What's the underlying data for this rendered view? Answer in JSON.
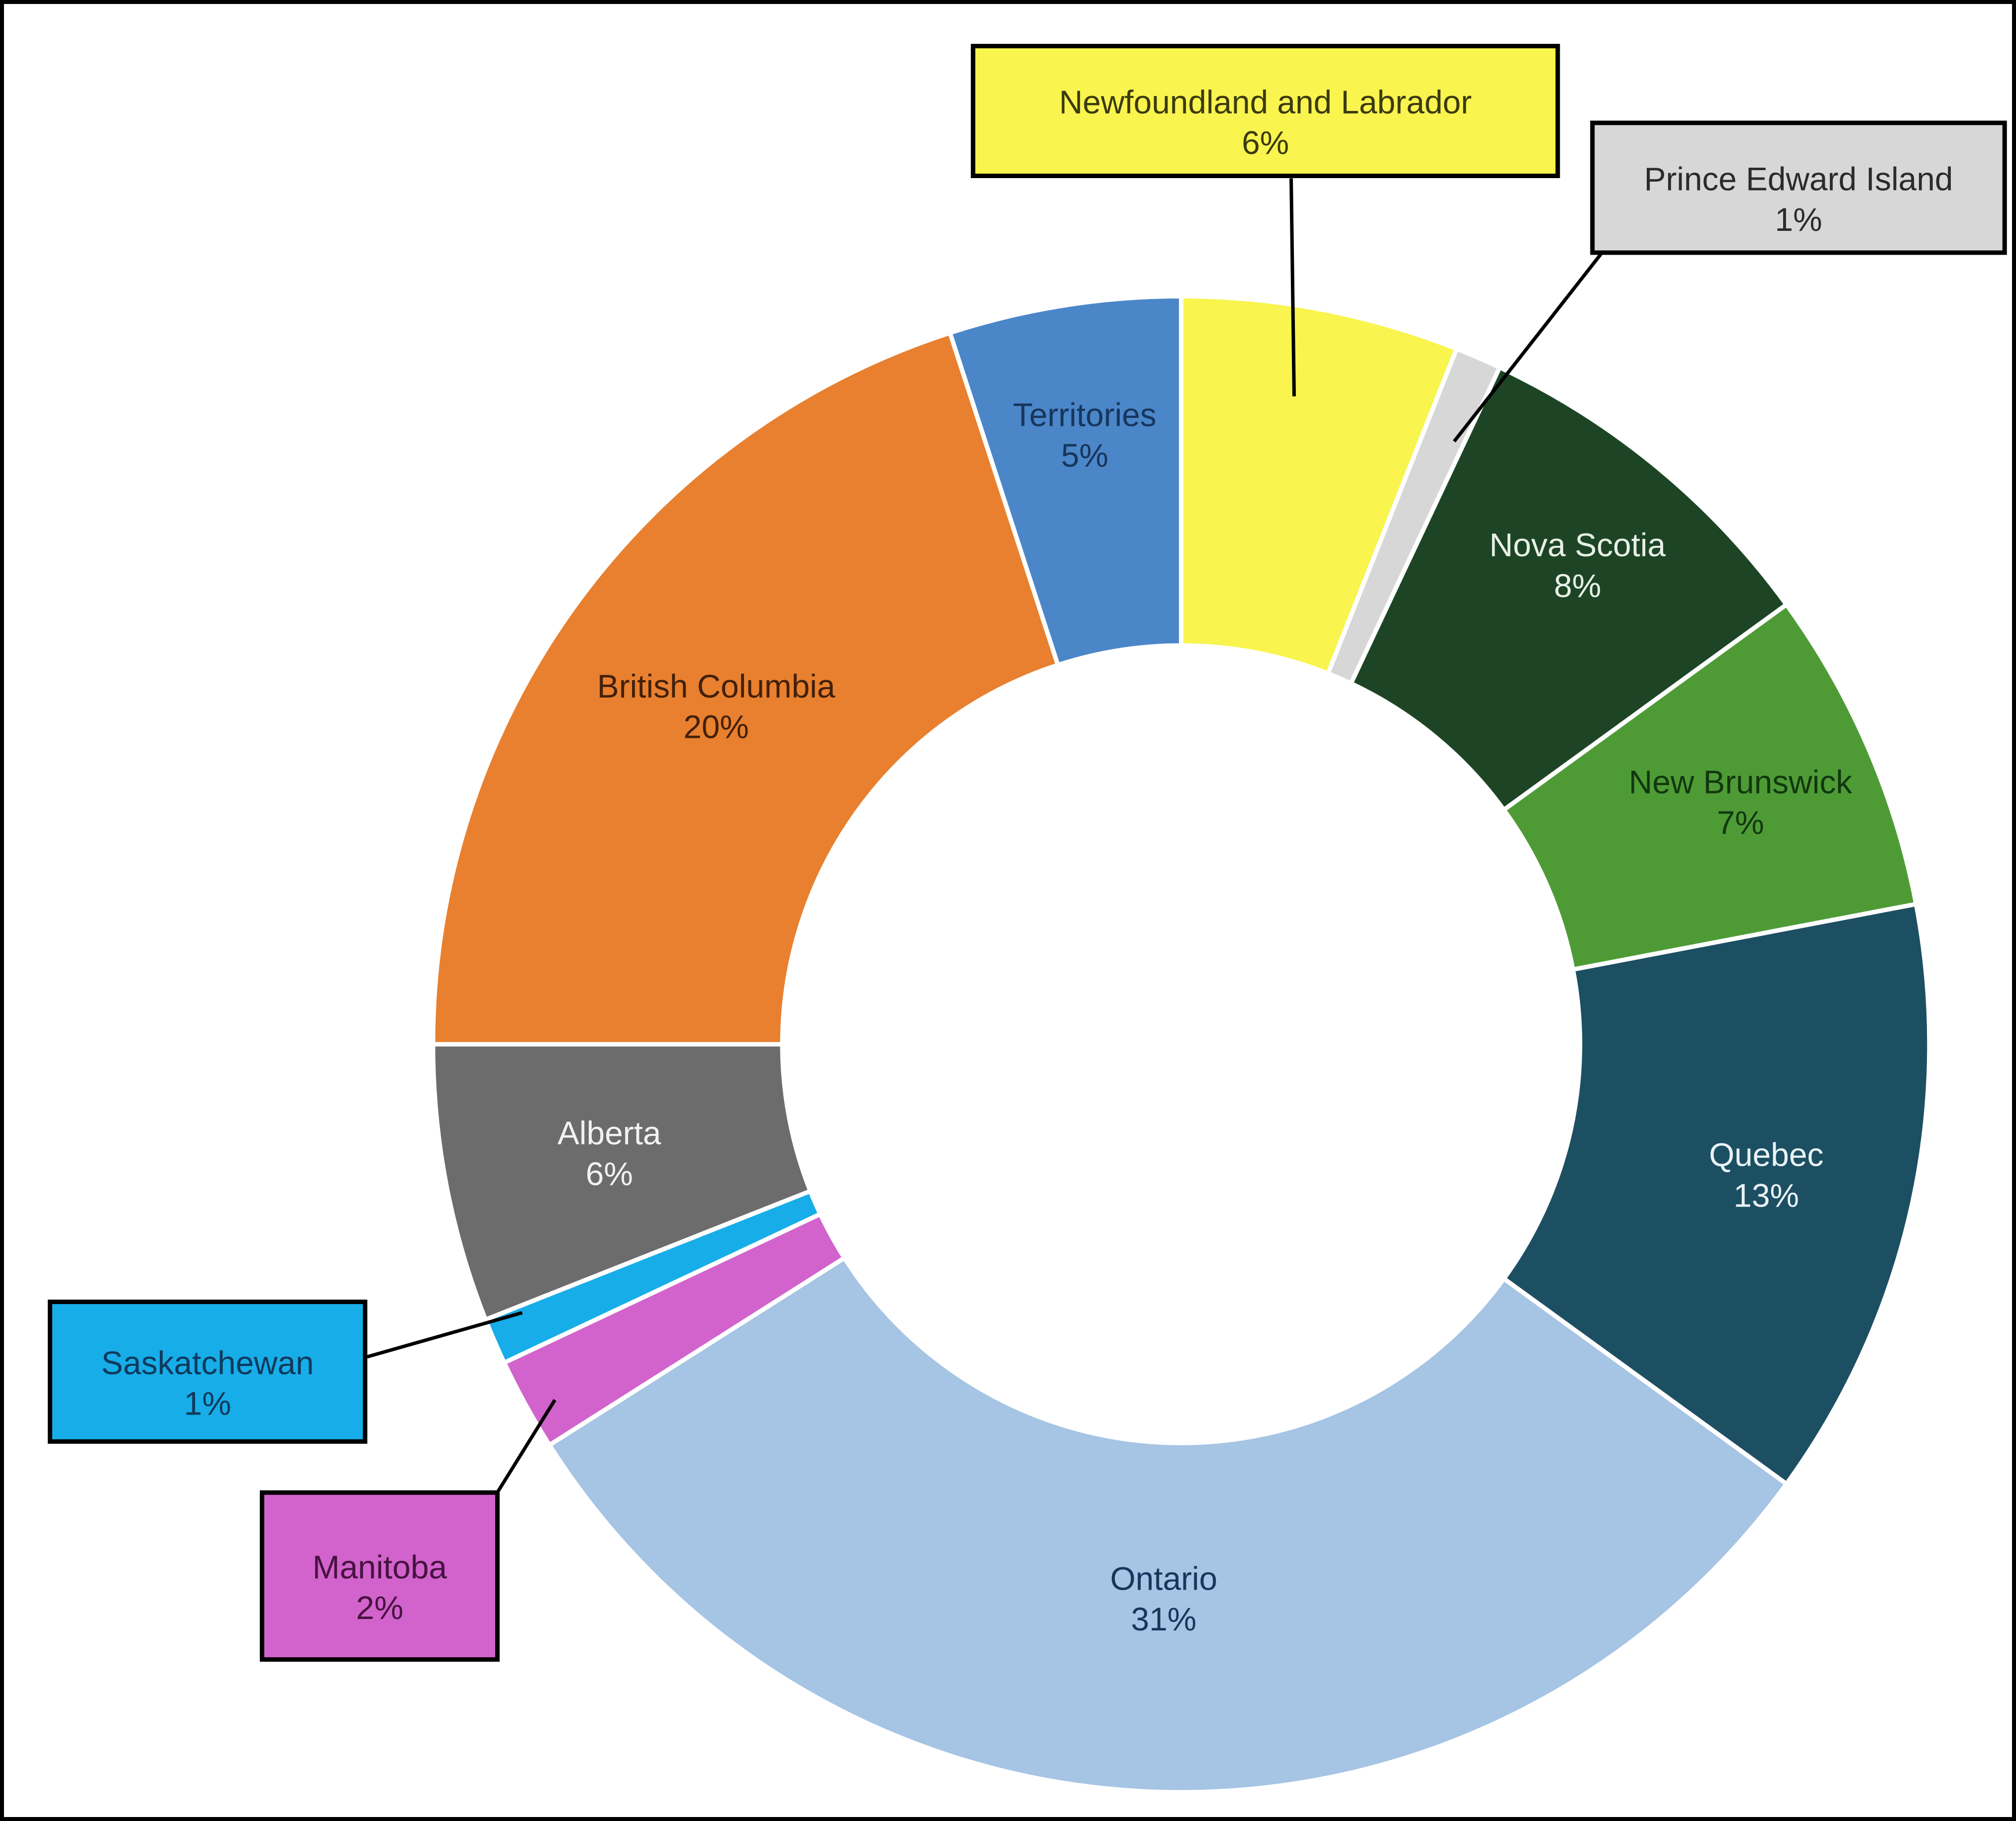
{
  "chart_data": {
    "type": "pie",
    "subtype": "doughnut",
    "title": "",
    "unit": "%",
    "start_angle_deg": 0,
    "direction": "clockwise",
    "categories": [
      "Newfoundland and Labrador",
      "Prince Edward Island",
      "Nova Scotia",
      "New Brunswick",
      "Quebec",
      "Ontario",
      "Manitoba",
      "Saskatchewan",
      "Alberta",
      "British Columbia",
      "Territories"
    ],
    "values": [
      6,
      1,
      8,
      7,
      13,
      31,
      2,
      1,
      6,
      20,
      5
    ],
    "slices": [
      {
        "label": "Newfoundland and Labrador",
        "pct": 6,
        "value_label": "6%",
        "color": "#F9F44E",
        "text_color": "#3B3A10",
        "placement": "callout"
      },
      {
        "label": "Prince Edward Island",
        "pct": 1,
        "value_label": "1%",
        "color": "#D7D7D7",
        "text_color": "#2B2B2B",
        "placement": "callout"
      },
      {
        "label": "Nova Scotia",
        "pct": 8,
        "value_label": "8%",
        "color": "#1D4525",
        "text_color": "#E8F0E8",
        "placement": "inside"
      },
      {
        "label": "New Brunswick",
        "pct": 7,
        "value_label": "7%",
        "color": "#4E9B36",
        "text_color": "#11380E",
        "placement": "inside"
      },
      {
        "label": "Quebec",
        "pct": 13,
        "value_label": "13%",
        "color": "#1D4F63",
        "text_color": "#EAF3F6",
        "placement": "inside"
      },
      {
        "label": "Ontario",
        "pct": 31,
        "value_label": "31%",
        "color": "#A6C4E4",
        "text_color": "#17365C",
        "placement": "inside"
      },
      {
        "label": "Manitoba",
        "pct": 2,
        "value_label": "2%",
        "color": "#D263CC",
        "text_color": "#461240",
        "placement": "callout"
      },
      {
        "label": "Saskatchewan",
        "pct": 1,
        "value_label": "1%",
        "color": "#17ADE9",
        "text_color": "#0E3A5C",
        "placement": "callout"
      },
      {
        "label": "Alberta",
        "pct": 6,
        "value_label": "6%",
        "color": "#6C6C6C",
        "text_color": "#F2F2F2",
        "placement": "inside"
      },
      {
        "label": "British Columbia",
        "pct": 20,
        "value_label": "20%",
        "color": "#E8802F",
        "text_color": "#43200A",
        "placement": "inside"
      },
      {
        "label": "Territories",
        "pct": 5,
        "value_label": "5%",
        "color": "#4B86C8",
        "text_color": "#17365C",
        "placement": "inside"
      }
    ],
    "legend": "none",
    "colors": {
      "separator": "#FFFFFF",
      "callout_border": "#000000",
      "leader_line": "#000000",
      "canvas_border": "#000000",
      "background": "#FFFFFF"
    }
  }
}
